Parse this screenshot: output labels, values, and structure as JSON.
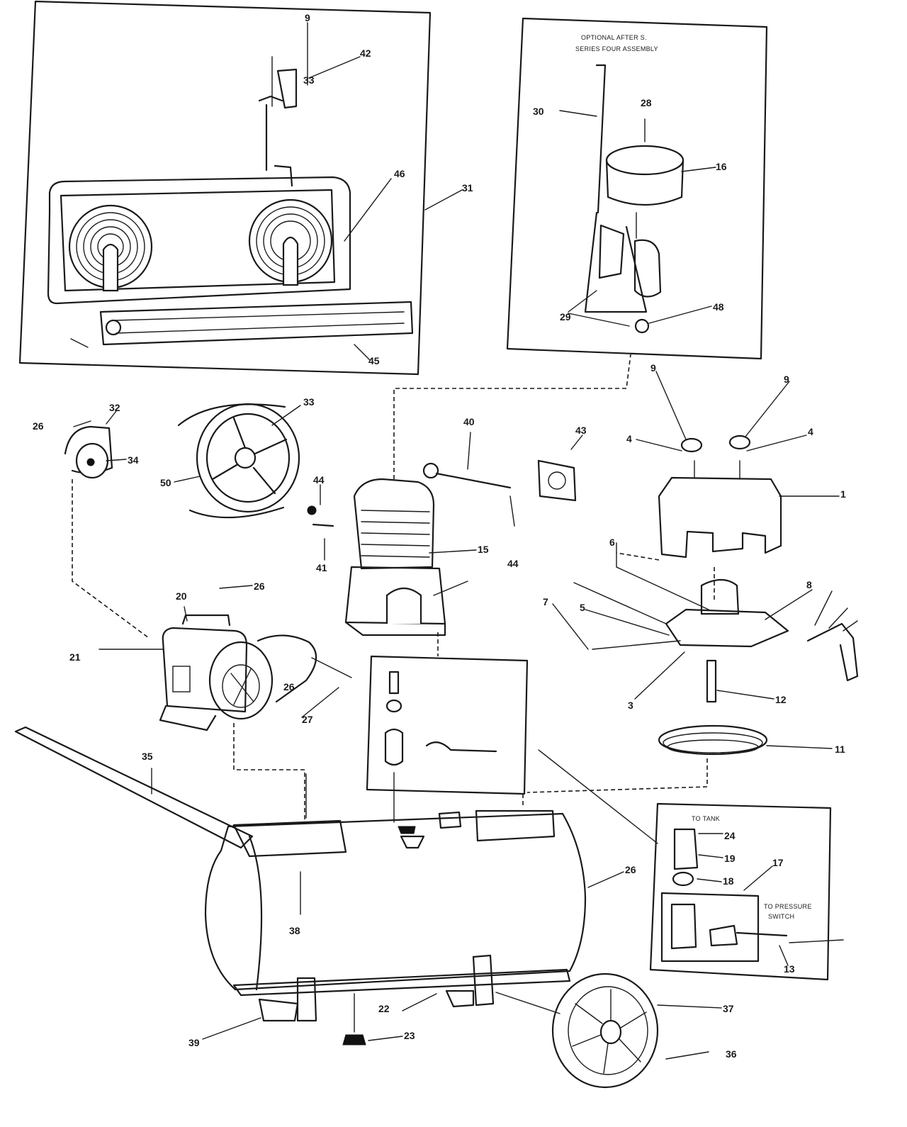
{
  "diagram": {
    "inset_optional_caption": [
      "OPTIONAL AFTER S.",
      "SERIES FOUR ASSEMBLY"
    ],
    "inset_valve_caption": "TO TANK",
    "inset_switch_caption": [
      "TO PRESSURE",
      "SWITCH"
    ],
    "callouts": {
      "c1": "9",
      "c2": "42",
      "c3": "33",
      "c4": "46",
      "c5": "31",
      "c6": "45",
      "c7": "30",
      "c8": "28",
      "c9": "16",
      "c10": "29",
      "c11": "48",
      "c12": "26",
      "c13": "32",
      "c14": "34",
      "c15": "33",
      "c16": "50",
      "c17": "40",
      "c18": "43",
      "c19": "44",
      "c20": "41",
      "c21": "15",
      "c22": "44",
      "c23": "9",
      "c24": "9",
      "c25": "4",
      "c26": "4",
      "c27": "1",
      "c28": "6",
      "c29": "8",
      "c30": "5",
      "c31": "7",
      "c32": "3",
      "c33": "12",
      "c34": "11",
      "c35": "20",
      "c36": "26",
      "c37": "21",
      "c38": "26",
      "c39": "27",
      "c40": "35",
      "c41": "38",
      "c42": "26",
      "c43": "24",
      "c44": "17",
      "c45": "19",
      "c46": "18",
      "c47": "13",
      "c48": "22",
      "c49": "23",
      "c50": "39",
      "c51": "37",
      "c52": "36"
    }
  }
}
